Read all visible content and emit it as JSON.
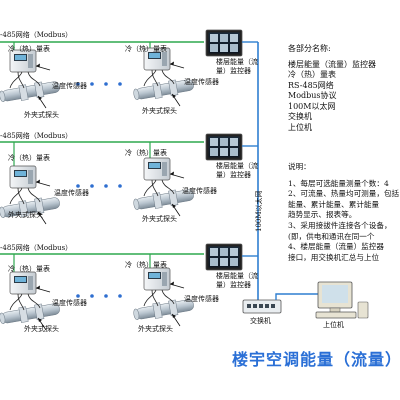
{
  "diagram": {
    "title": "楼宇空调能量（流量）",
    "ethernet_label": "100M以太网",
    "rows": [
      {
        "bus_label": "-485网络（Modbus）",
        "meter_label": "冷（热）量表",
        "sensor_label": "温度传感器",
        "probe_label": "外夹式探头",
        "monitor_label": "楼层能量（流量）监控器",
        "meter_label_2": "冷（热）量表",
        "sensor_label_2": "温度传感器",
        "probe_label_2": "外夹式探头"
      },
      {
        "bus_label": "-485网络（Modbus）",
        "meter_label": "冷（热）量表",
        "sensor_label": "温度传感器",
        "probe_label": "外夹式探头",
        "monitor_label": "楼层能量（流量）监控器",
        "meter_label_2": "冷（热）量表",
        "sensor_label_2": "温度传感器",
        "probe_label_2": "外夹式探头"
      },
      {
        "bus_label": "-485网络（Modbus）",
        "meter_label": "冷（热）量表",
        "sensor_label": "温度传感器",
        "probe_label": "外夹式探头",
        "monitor_label": "楼层能量（流量）监控器",
        "meter_label_2": "冷（热）量表",
        "sensor_label_2": "温度传感器",
        "probe_label_2": "外夹式探头"
      }
    ],
    "switch_label": "交换机",
    "pc_label": "上位机"
  },
  "legend": {
    "heading": "各部分名称:",
    "items": [
      "楼层能量（流量）监控器",
      "冷（热）量表",
      "RS-485网络",
      "Modbus协议",
      "100M以太网",
      "交换机",
      "上位机"
    ]
  },
  "notes": {
    "heading": "说明：",
    "lines": [
      "1、每层可选能量测量个数：4",
      "2、可流量、热量均可测量，包括",
      "   能量、累计能量、累计能量",
      "   趋势显示、报表等。",
      "3、采用接拔件连接各个设备，",
      "   (即，供电和通讯在同一个",
      "4、楼层能量（流量）监控器",
      "   接口，用交换机汇总与上位"
    ]
  },
  "colors": {
    "bus_line": "#2fa84f",
    "ethernet_line": "#2f7fd0",
    "title": "#2a6fd6",
    "pipe": "#8a9aa6"
  }
}
